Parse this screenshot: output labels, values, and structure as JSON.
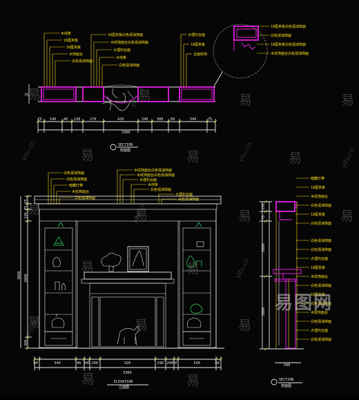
{
  "top_section": {
    "title_en": "SECTION",
    "title_cn": "剖面图",
    "dims_top": [
      "75",
      "540",
      "40",
      "230",
      "270",
      "420",
      "240",
      "300",
      "60",
      "540",
      "75"
    ],
    "dim_total": "3300",
    "dim_height": "75",
    "labels_left": [
      "木线条",
      "18厘夹板",
      "18厘夹板",
      "木饰面台",
      "白色混油饰面"
    ],
    "labels_mid": [
      "18厘夹板白色混油饰面",
      "木纹饰面台白色混油饰面",
      "大理石台面",
      "木线条",
      "白色混油饰面"
    ],
    "labels_right": [
      "大理石台面",
      "18厘夹板",
      "台面纹饰"
    ],
    "detail_labels": [
      "18厘夹板白色混油饰面",
      "白色混油饰面",
      "18厘夹板白色混油饰面",
      "木纹饰面台白色混油饰面"
    ]
  },
  "elevation": {
    "title_en": "ELEVATION",
    "title_cn": "立面图",
    "dims_bottom": [
      "60",
      "540",
      "40",
      "200",
      "290",
      "420",
      "290",
      "200",
      "40",
      "540",
      "60"
    ],
    "dim_total": "3300",
    "dims_left": [
      "25",
      "75",
      "235",
      "2000",
      "300"
    ],
    "dims_left_total": "3000",
    "labels_top": [
      "白色混油饰面",
      "白色混油饰面",
      "暗藏灯带",
      "木纹饰面台",
      "白色混油饰面"
    ],
    "labels_top_mid": [
      "木纹饰面台白色混油饰面",
      "木纹饰面台白色混油饰面",
      "大理石台面",
      "木线条",
      "白色混油饰面",
      "大理石台面",
      "白色混油饰面"
    ]
  },
  "side_section": {
    "title_en": "SECTION",
    "title_cn": "剖面图",
    "dims_left": [
      "235",
      "75",
      "2000",
      "1000"
    ],
    "dim_bottom": "500",
    "labels": [
      "暗藏灯带",
      "18厘夹板",
      "木纹饰面台",
      "白色混油饰面",
      "18厘夹板",
      "白色混油饰面",
      "白色混油饰面",
      "白色混油饰面",
      "大理石台面",
      "18厘夹板",
      "木纹饰面台",
      "白色混油饰面",
      "18厘夹板",
      "白色混油饰面",
      "木纹饰面台",
      "白色混油饰面",
      "大理石台面",
      "白色混油饰面"
    ]
  },
  "watermarks": {
    "brand": "易图网",
    "char": "易",
    "url": "yitu.cn"
  }
}
